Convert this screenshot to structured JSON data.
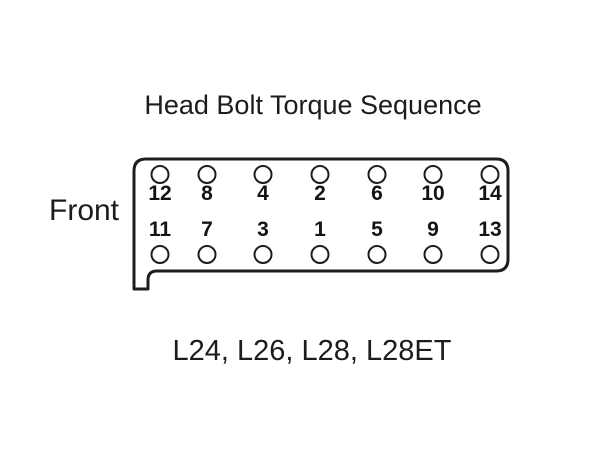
{
  "title": "Head Bolt Torque Sequence",
  "front_label": "Front",
  "caption": "L24, L26, L28, L28ET",
  "diagram": {
    "description": "Cylinder head bolt tightening order, two rows of seven bolt holes",
    "top_row": [
      "12",
      "8",
      "4",
      "2",
      "6",
      "10",
      "14"
    ],
    "bottom_row": [
      "11",
      "7",
      "3",
      "1",
      "5",
      "9",
      "13"
    ],
    "colors": {
      "ink": "#1d1d1d",
      "background": "#ffffff"
    }
  }
}
